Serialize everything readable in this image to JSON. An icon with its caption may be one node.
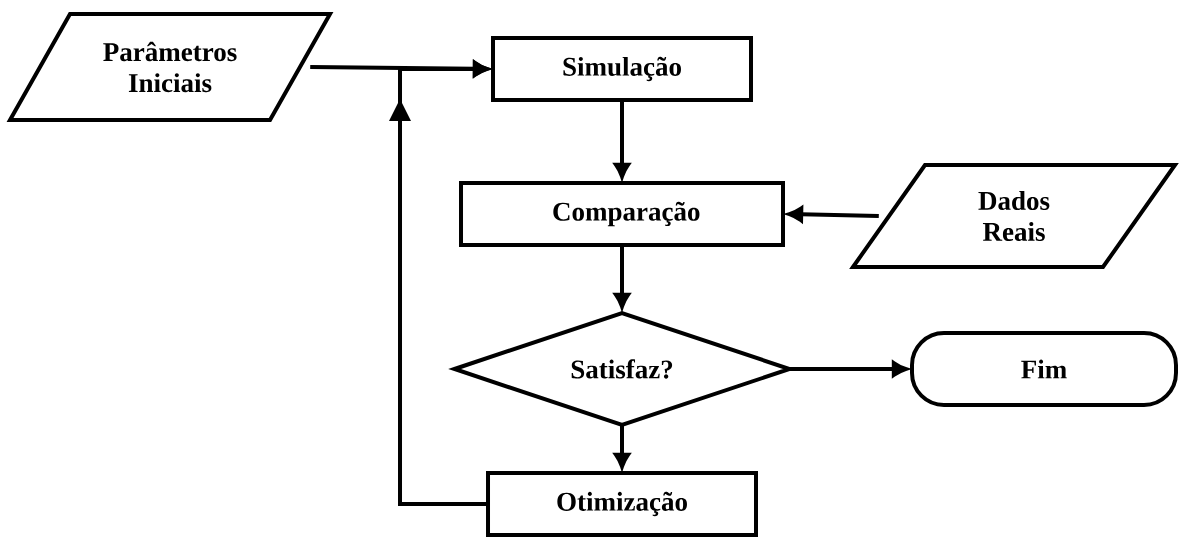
{
  "diagram": {
    "nodes": [
      {
        "text": [
          "Parâmetros Iniciais"
        ]
      },
      {
        "text": [
          "Simulação"
        ]
      },
      {
        "text": [
          "Comparação"
        ]
      },
      {
        "text": [
          "Dados Reais"
        ]
      },
      {
        "text": [
          "Satisfaz?"
        ]
      },
      {
        "text": [
          "Fim"
        ]
      },
      {
        "text": [
          "Otimização"
        ]
      }
    ],
    "edges": [
      {
        "from": 0,
        "to": 1,
        "arrow": "to"
      },
      {
        "from": 6,
        "to": 1,
        "arrow": "to"
      },
      {
        "from": 1,
        "to": 2,
        "arrow": "to"
      },
      {
        "from": 3,
        "to": 2,
        "arrow": "to"
      },
      {
        "from": 2,
        "to": 4,
        "arrow": "to"
      },
      {
        "from": 4,
        "to": 5,
        "arrow": "to"
      },
      {
        "from": 4,
        "to": 6,
        "arrow": "to"
      }
    ]
  }
}
